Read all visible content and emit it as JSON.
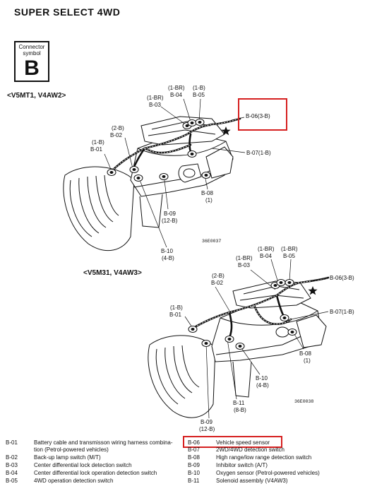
{
  "page": {
    "title": "SUPER SELECT 4WD",
    "connector": {
      "caption": "Connector symbol",
      "letter": "B"
    }
  },
  "diagram_top": {
    "variant": "<V5MT1, V4AW2>",
    "figure_code": "36E0037",
    "labels": {
      "b01": [
        "(1-B)",
        "B-01"
      ],
      "b02": [
        "(2-B)",
        "B-02"
      ],
      "b03": [
        "(1-BR)",
        "B-03"
      ],
      "b04": [
        "(1-BR)",
        "B-04"
      ],
      "b05": [
        "(1-B)",
        "B-05"
      ],
      "b06": [
        "B-06(3-B)"
      ],
      "b07": [
        "B-07(1-B)"
      ],
      "b08": [
        "B-08",
        "(1)"
      ],
      "b09": [
        "B-09",
        "(12-B)"
      ],
      "b10": [
        "B-10",
        "(4-B)"
      ]
    }
  },
  "diagram_bottom": {
    "variant": "<V5M31, V4AW3>",
    "figure_code": "36E0038",
    "labels": {
      "b01": [
        "(1-B)",
        "B-01"
      ],
      "b02": [
        "(2-B)",
        "B-02"
      ],
      "b03": [
        "(1-BR)",
        "B-03"
      ],
      "b04": [
        "(1-BR)",
        "B-04"
      ],
      "b05": [
        "(1-BR)",
        "B-05"
      ],
      "b06": [
        "B-06(3-B)"
      ],
      "b07": [
        "B-07(1-B)"
      ],
      "b08": [
        "B-08",
        "(1)"
      ],
      "b09": [
        "B-09",
        "(12-B)"
      ],
      "b10": [
        "B-10",
        "(4-B)"
      ],
      "b11": [
        "B-11",
        "(8-B)"
      ]
    }
  },
  "legend": {
    "left": [
      {
        "code": "B-01",
        "lines": [
          "Battery cable and transmisson wiring harness combina-",
          "tion (Petrol-powered vehicles)"
        ]
      },
      {
        "code": "B-02",
        "lines": [
          "Back-up lamp switch (M/T)"
        ]
      },
      {
        "code": "B-03",
        "lines": [
          "Center differential lock detection switch"
        ]
      },
      {
        "code": "B-04",
        "lines": [
          "Center differential lock operation detection switch"
        ]
      },
      {
        "code": "B-05",
        "lines": [
          "4WD operation detection switch"
        ]
      }
    ],
    "right": [
      {
        "code": "B-06",
        "lines": [
          "Vehicle speed sensor"
        ]
      },
      {
        "code": "B-07",
        "lines": [
          "2WD/4WD detection switch"
        ]
      },
      {
        "code": "B-08",
        "lines": [
          "High range/low range detection switch"
        ]
      },
      {
        "code": "B-09",
        "lines": [
          "Inhibitor switch (A/T)"
        ]
      },
      {
        "code": "B-10",
        "lines": [
          "Oxygen sensor (Petrol-powered vehicles)"
        ]
      },
      {
        "code": "B-11",
        "lines": [
          "Solenoid assembly (V4AW3)"
        ]
      }
    ]
  },
  "colors": {
    "highlight": "#d62020",
    "ink": "#111111"
  }
}
